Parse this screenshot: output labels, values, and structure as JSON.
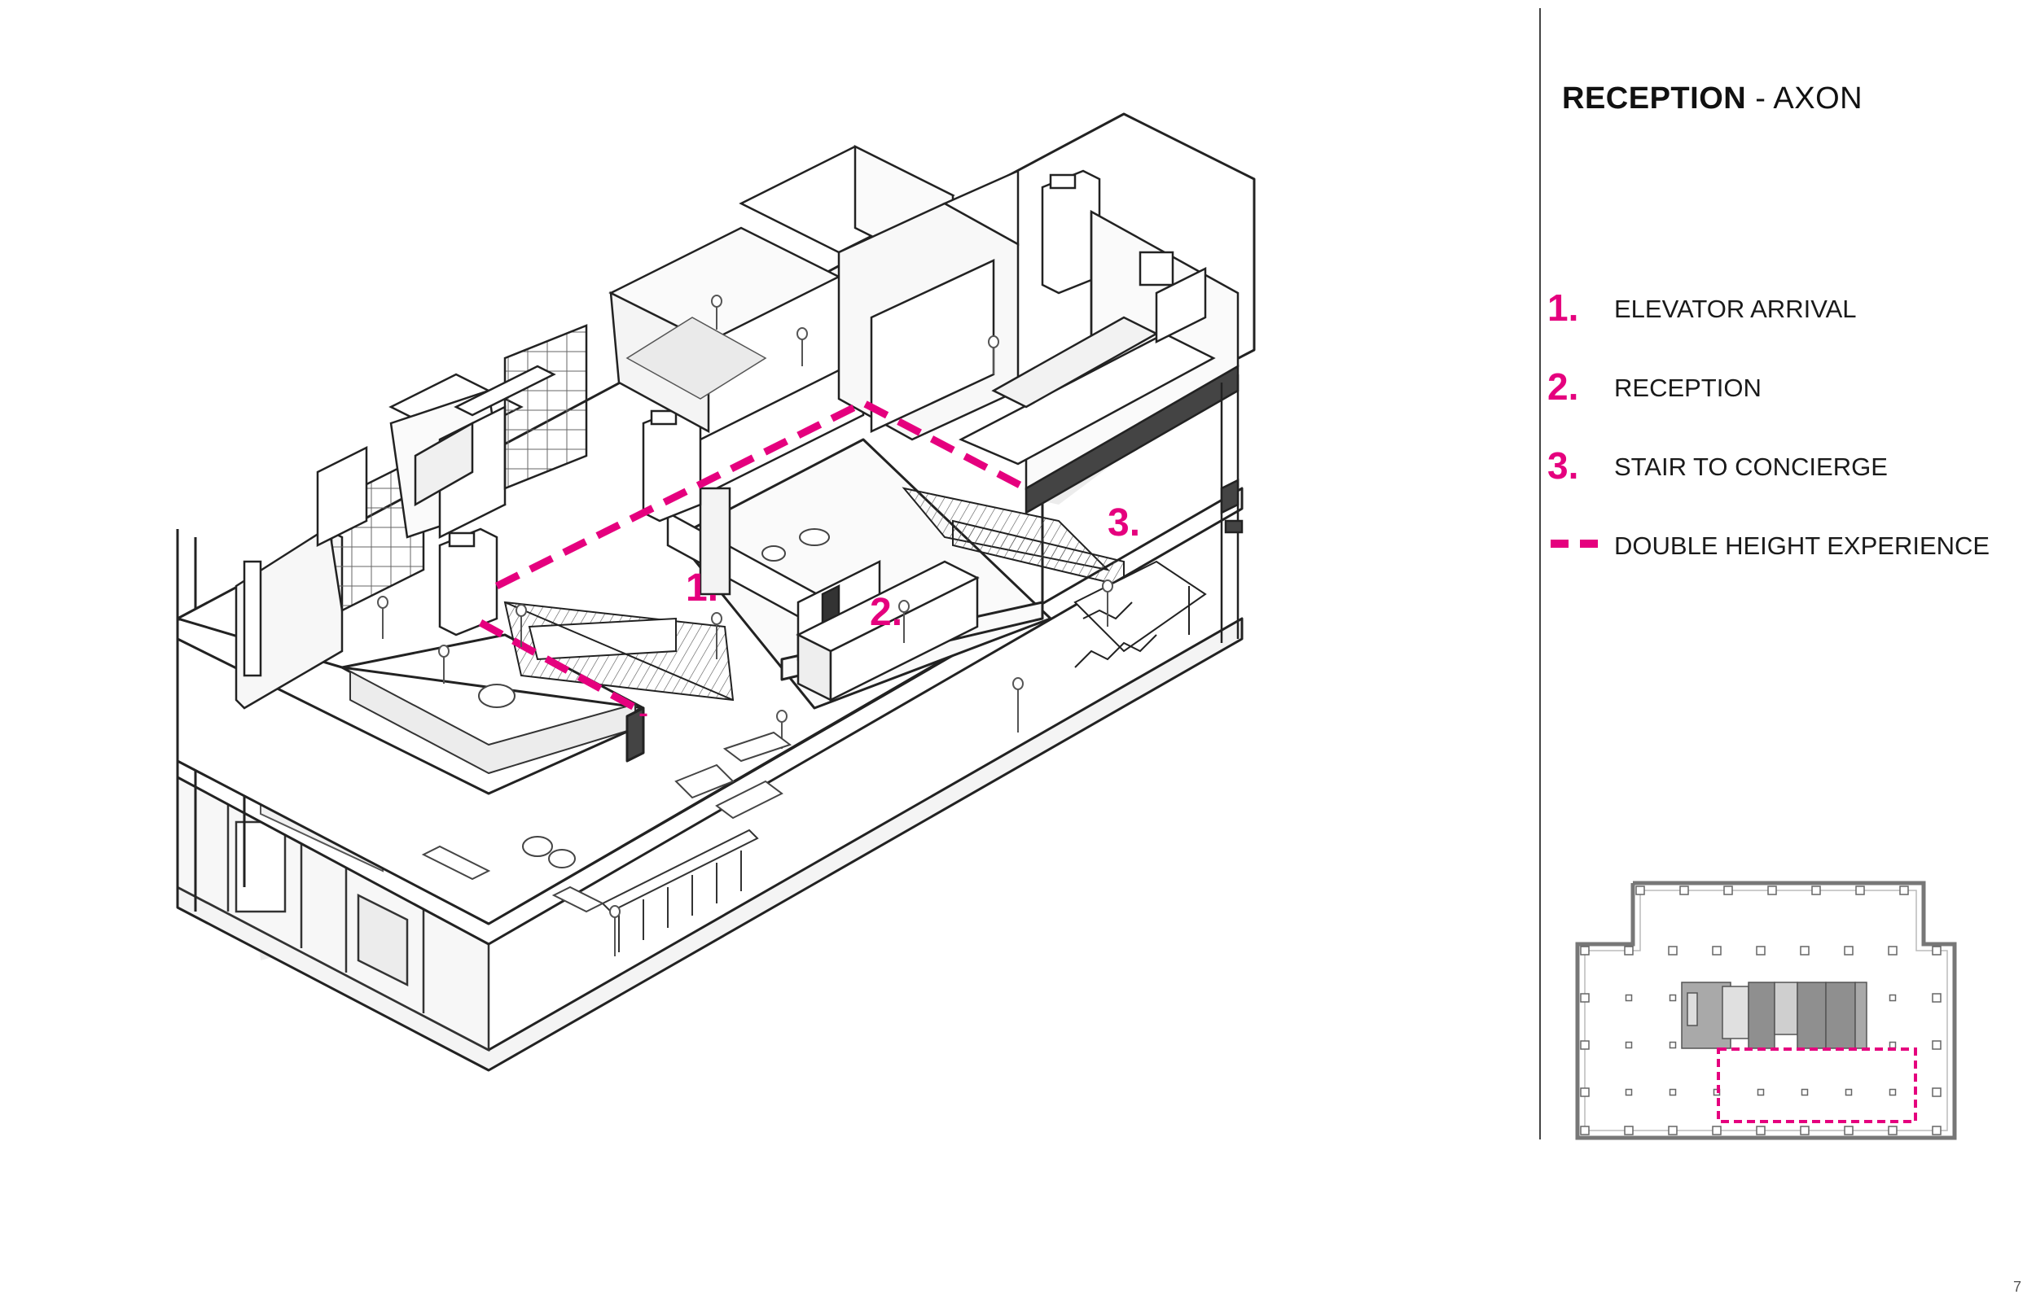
{
  "title": {
    "bold": "RECEPTION",
    "rest": " - AXON"
  },
  "legend": [
    {
      "marker": "1.",
      "label": "ELEVATOR ARRIVAL"
    },
    {
      "marker": "2.",
      "label": "RECEPTION"
    },
    {
      "marker": "3.",
      "label": "STAIR TO CONCIERGE"
    },
    {
      "marker": "dash",
      "label": "DOUBLE HEIGHT EXPERIENCE"
    }
  ],
  "axon_labels": {
    "one": "1.",
    "two": "2.",
    "three": "3."
  },
  "page_number": "7",
  "colors": {
    "accent": "#e5007e",
    "line": "#222222",
    "shade": "#e8e8e8",
    "core": "#9a9a9a"
  }
}
